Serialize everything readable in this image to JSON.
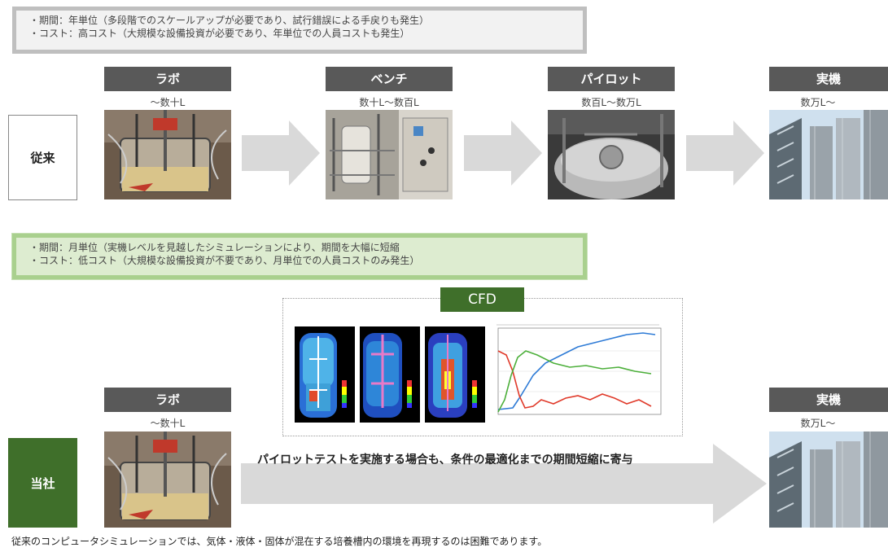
{
  "conventional": {
    "row_label": "従来",
    "info_lines": [
      "・期間：年単位（多段階でのスケールアップが必要であり、試行錯誤による手戻りも発生）",
      "・コスト：高コスト（大規模な設備投資が必要であり、年単位での人員コストも発生）"
    ],
    "stages": [
      {
        "label": "ラボ",
        "volume": "～数十L"
      },
      {
        "label": "ベンチ",
        "volume": "数十L～数百L"
      },
      {
        "label": "パイロット",
        "volume": "数百L～数万L"
      },
      {
        "label": "実機",
        "volume": "数万L～"
      }
    ]
  },
  "ours": {
    "row_label": "当社",
    "info_lines": [
      "・期間：月単位（実機レベルを見越したシミュレーションにより、期間を大幅に短縮",
      "・コスト：低コスト（大規模な設備投資が不要であり、月単位での人員コストのみ発生）"
    ],
    "stages": [
      {
        "label": "ラボ",
        "volume": "～数十L"
      },
      {
        "label": "実機",
        "volume": "数万L～"
      }
    ],
    "cfd_title": "CFD",
    "arrow_caption": "パイロットテストを実施する場合も、条件の最適化までの期間短縮に寄与"
  },
  "bottom_note": "従来のコンピュータシミュレーションでは、気体・液体・固体が混在する培養槽内の環境を再現するのは困難であります。",
  "colors": {
    "stage_label_bg": "#595959",
    "arrow_gray": "#d9d9d9",
    "ours_green": "#3f6f2a",
    "green_box_border": "#a9d08e"
  }
}
